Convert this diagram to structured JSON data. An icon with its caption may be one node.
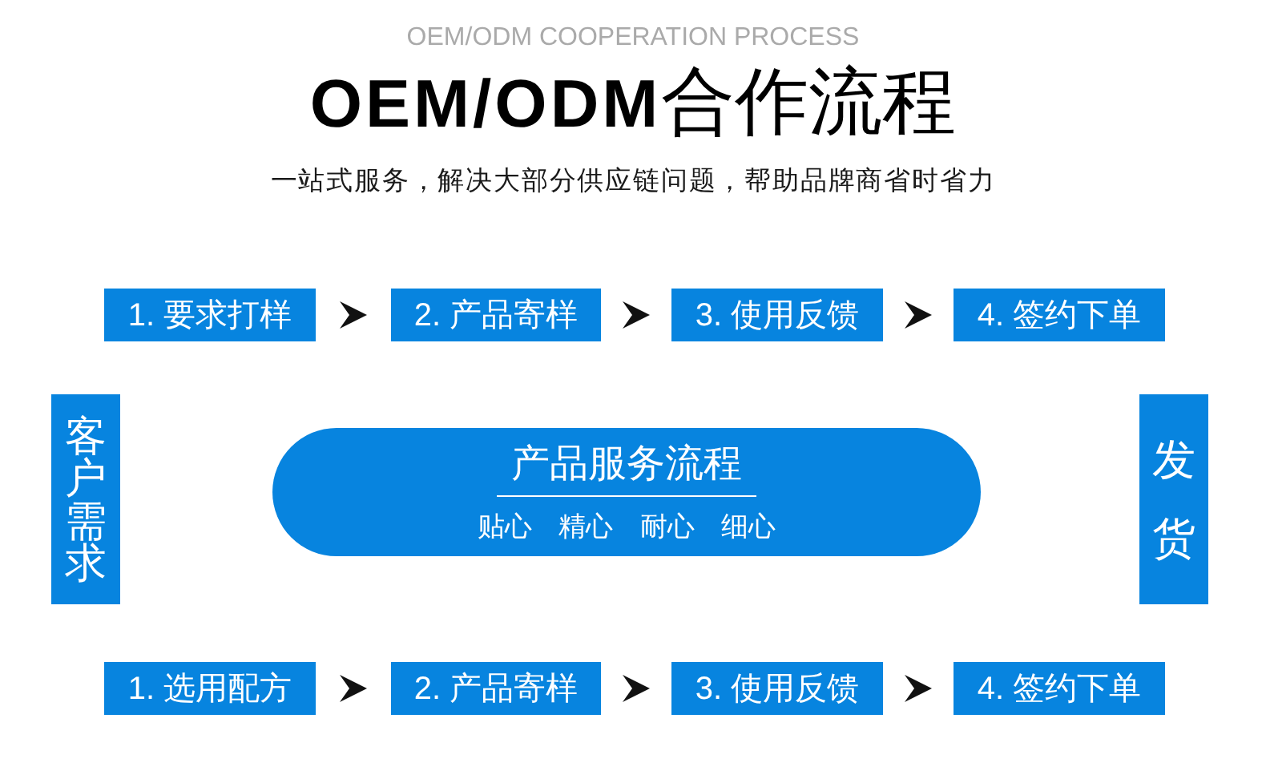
{
  "diagram": {
    "title": "**OEM/ODM**合作流程",
    "nodes": [
      {
        "text": [
          "1. 要求打样"
        ]
      },
      {
        "text": [
          "2. 产品寄样"
        ]
      },
      {
        "text": [
          "3. 使用反馈"
        ]
      },
      {
        "text": [
          "4. 签约下单"
        ]
      },
      {
        "text": [
          "客户需求"
        ]
      },
      {
        "text": [
          "产品服务流程",
          "贴心 精心 耐心 细心"
        ]
      },
      {
        "text": [
          "发货"
        ]
      },
      {
        "text": [
          "1. 选用配方"
        ]
      },
      {
        "text": [
          "2. 产品寄样"
        ]
      },
      {
        "text": [
          "3. 使用反馈"
        ]
      },
      {
        "text": [
          "4. 签约下单"
        ]
      }
    ],
    "edges": [
      {
        "from": 0,
        "to": 1,
        "arrow": "to"
      },
      {
        "from": 1,
        "to": 2,
        "arrow": "to"
      },
      {
        "from": 2,
        "to": 3,
        "arrow": "to"
      },
      {
        "from": 7,
        "to": 8,
        "arrow": "to"
      },
      {
        "from": 8,
        "to": 9,
        "arrow": "to"
      },
      {
        "from": 9,
        "to": 10,
        "arrow": "to"
      }
    ],
    "labels": [
      "OEM/ODM COOPERATION PROCESS",
      "一站式服务，解决大部分供应链问题，帮助品牌商省时省力"
    ]
  }
}
